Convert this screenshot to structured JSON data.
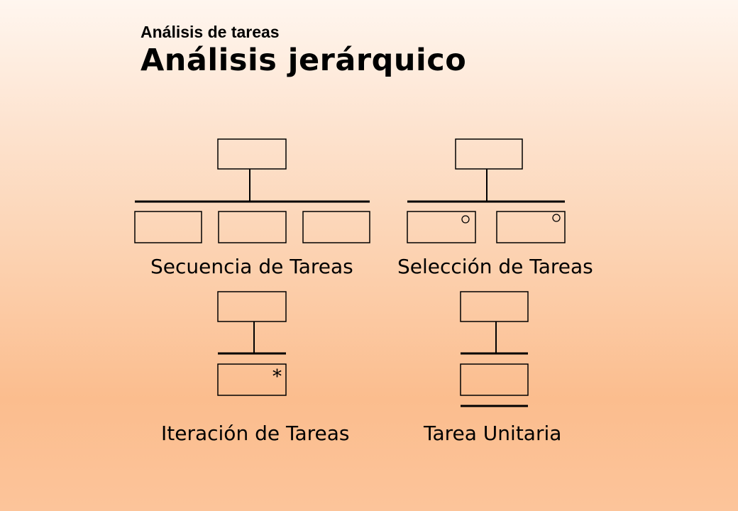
{
  "header": {
    "subtitle": "Análisis de tareas",
    "title": "Análisis jerárquico"
  },
  "diagrams": {
    "sequence": {
      "caption": "Secuencia de Tareas",
      "children": 3
    },
    "selection": {
      "caption": "Selección de Tareas",
      "children": 2,
      "child_marker": "○"
    },
    "iteration": {
      "caption": "Iteración de Tareas",
      "children": 1,
      "child_marker": "*"
    },
    "unit": {
      "caption": "Tarea Unitaria",
      "children": 1
    }
  }
}
